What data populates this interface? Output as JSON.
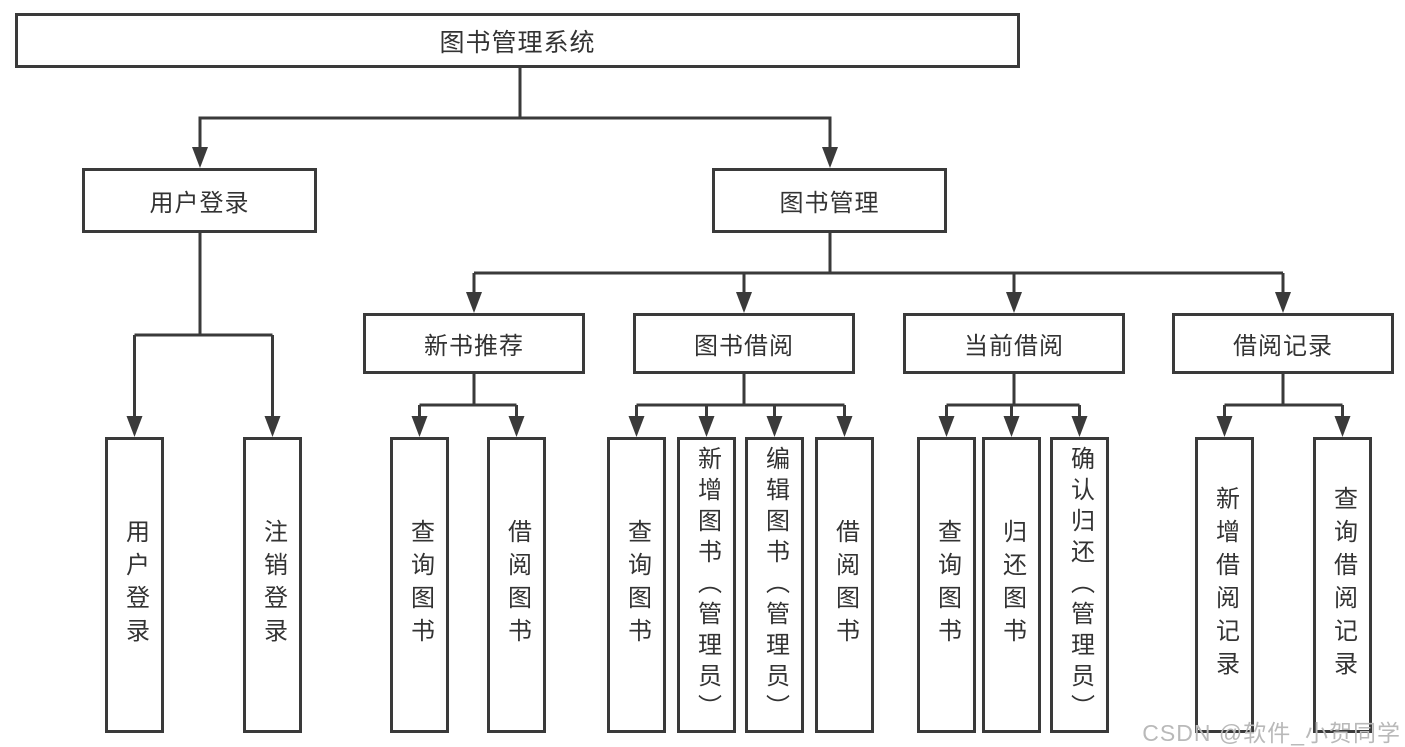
{
  "diagram": {
    "root": "图书管理系统",
    "branches": [
      {
        "label": "用户登录",
        "children": [
          "用户登录",
          "注销登录"
        ]
      },
      {
        "label": "图书管理",
        "groups": [
          {
            "label": "新书推荐",
            "children": [
              "查询图书",
              "借阅图书"
            ]
          },
          {
            "label": "图书借阅",
            "children": [
              "查询图书",
              "新增图书（管理员）",
              "编辑图书（管理员）",
              "借阅图书"
            ]
          },
          {
            "label": "当前借阅",
            "children": [
              "查询图书",
              "归还图书",
              "确认归还（管理员）"
            ]
          },
          {
            "label": "借阅记录",
            "children": [
              "新增借阅记录",
              "查询借阅记录"
            ]
          }
        ]
      }
    ]
  },
  "watermark": "CSDN @软件_小贺同学",
  "colors": {
    "line": "#3a3a3a",
    "text": "#333333",
    "background": "#ffffff",
    "watermark": "#b9b9b9"
  }
}
